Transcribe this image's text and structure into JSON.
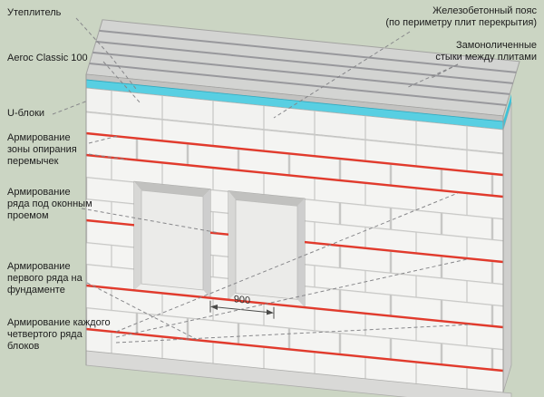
{
  "labels": {
    "insulation": "Утеплитель",
    "material": "Aeroc Classic 100",
    "u_blocks": "U-блоки",
    "lintel_zone": "Армирование зоны опирания перемычек",
    "under_window": "Армирование ряда под оконным проемом",
    "first_row": "Армирование первого ряда на фундаменте",
    "every_fourth": "Армирование каждого четвертого ряда блоков",
    "rc_belt_line1": "Железобетонный пояс",
    "rc_belt_line2": "(по периметру плит перекрытия)",
    "slab_joints_line1": "Замоноличенные",
    "slab_joints_line2": "стыки между плитами"
  },
  "dimension": {
    "value": "900"
  },
  "colors": {
    "background": "#cbd5c3",
    "block_face": "#f4f4f2",
    "mortar": "#c7c7c5",
    "insulation": "#58cfe2",
    "reinforcement": "#e23a2c",
    "slab": "#d3d4d2",
    "slab_joint": "#98989c",
    "leader": "#87878a"
  }
}
